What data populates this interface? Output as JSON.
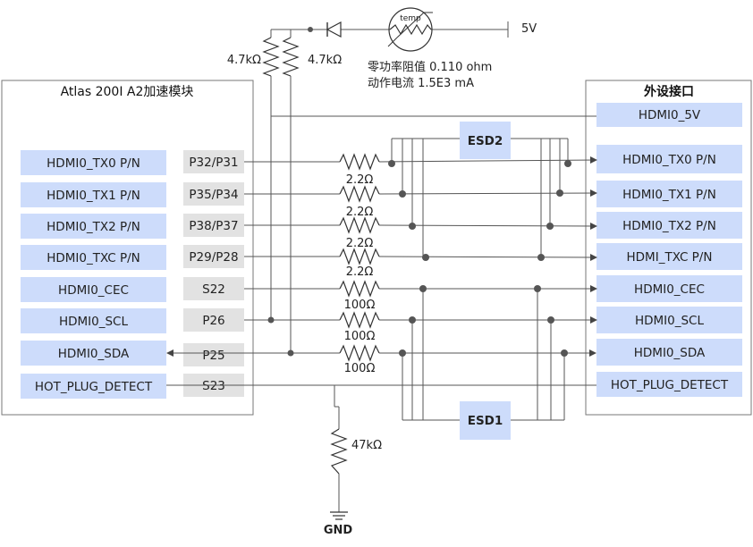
{
  "module": {
    "title": "Atlas 200I A2加速模块",
    "pins": [
      {
        "signal": "HDMI0_TX0 P/N",
        "port": "P32/P31"
      },
      {
        "signal": "HDMI0_TX1 P/N",
        "port": "P35/P34"
      },
      {
        "signal": "HDMI0_TX2 P/N",
        "port": "P38/P37"
      },
      {
        "signal": "HDMI0_TXC P/N",
        "port": "P29/P28"
      },
      {
        "signal": "HDMI0_CEC",
        "port": "S22"
      },
      {
        "signal": "HDMI0_SCL",
        "port": "P26"
      },
      {
        "signal": "HDMI0_SDA",
        "port": "P25"
      },
      {
        "signal": "HOT_PLUG_DETECT",
        "port": "S23"
      }
    ]
  },
  "interface": {
    "title": "外设接口",
    "pins": [
      "HDMI0_5V",
      "HDMI0_TX0 P/N",
      "HDMI0_TX1 P/N",
      "HDMI0_TX2 P/N",
      "HDMI_TXC P/N",
      "HDMI0_CEC",
      "HDMI0_SCL",
      "HDMI0_SDA",
      "HOT_PLUG_DETECT"
    ]
  },
  "series_resistors": [
    "2.2Ω",
    "2.2Ω",
    "2.2Ω",
    "2.2Ω",
    "100Ω",
    "100Ω",
    "100Ω"
  ],
  "esd": {
    "top": "ESD2",
    "bottom": "ESD1"
  },
  "pullups": {
    "left": "4.7kΩ",
    "right": "4.7kΩ"
  },
  "fuse": {
    "label": "temp",
    "line1": "零功率阻值 0.110 ohm",
    "line2": "动作电流 1.5E3 mA"
  },
  "supply": "5V",
  "pulldown": "47kΩ",
  "ground": "GND",
  "colors": {
    "box": "#cddcfb",
    "tag": "#e2e2e2",
    "line": "#555555",
    "dot": "#555555"
  }
}
